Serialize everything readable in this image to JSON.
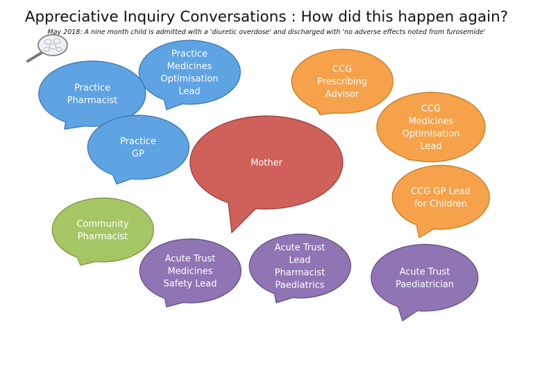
{
  "title": "Appreciative Inquiry Conversations : How did this happen again?",
  "subtitle": "May 2018: A nine month child is admitted with a 'diuretic overdose' and discharged with 'no adverse effects noted from furosemide'",
  "icons": {
    "magnifier": "magnifying-glass-icon"
  },
  "colors": {
    "blue": "#5ea3e2",
    "orange": "#f5a24b",
    "red": "#d0605a",
    "green": "#a6c665",
    "purple": "#8f75b4"
  },
  "bubbles": [
    {
      "id": "practice-medicines-optimisation-lead",
      "color": "blue",
      "lines": [
        "Practice",
        "Medicines",
        "Optimisation",
        "Lead"
      ]
    },
    {
      "id": "practice-pharmacist",
      "color": "blue",
      "lines": [
        "Practice",
        "Pharmacist"
      ]
    },
    {
      "id": "practice-gp",
      "color": "blue",
      "lines": [
        "Practice",
        "GP"
      ]
    },
    {
      "id": "ccg-prescribing-advisor",
      "color": "orange",
      "lines": [
        "CCG",
        "Prescribing",
        "Advisor"
      ]
    },
    {
      "id": "ccg-medicines-optimisation-lead",
      "color": "orange",
      "lines": [
        "CCG",
        "Medicines",
        "Optimisation",
        "Lead"
      ]
    },
    {
      "id": "mother",
      "color": "red",
      "lines": [
        "Mother"
      ]
    },
    {
      "id": "ccg-gp-lead-for-children",
      "color": "orange",
      "lines": [
        "CCG GP Lead",
        "for Children"
      ]
    },
    {
      "id": "community-pharmacist",
      "color": "green",
      "lines": [
        "Community",
        "Pharmacist"
      ]
    },
    {
      "id": "acute-trust-medicines-safety-lead",
      "color": "purple",
      "lines": [
        "Acute Trust",
        "Medicines",
        "Safety Lead"
      ]
    },
    {
      "id": "acute-trust-lead-pharmacist-paediatrics",
      "color": "purple",
      "lines": [
        "Acute Trust",
        "Lead",
        "Pharmacist",
        "Paediatrics"
      ]
    },
    {
      "id": "acute-trust-paediatrician",
      "color": "purple",
      "lines": [
        "Acute Trust",
        "Paediatrician"
      ]
    }
  ]
}
